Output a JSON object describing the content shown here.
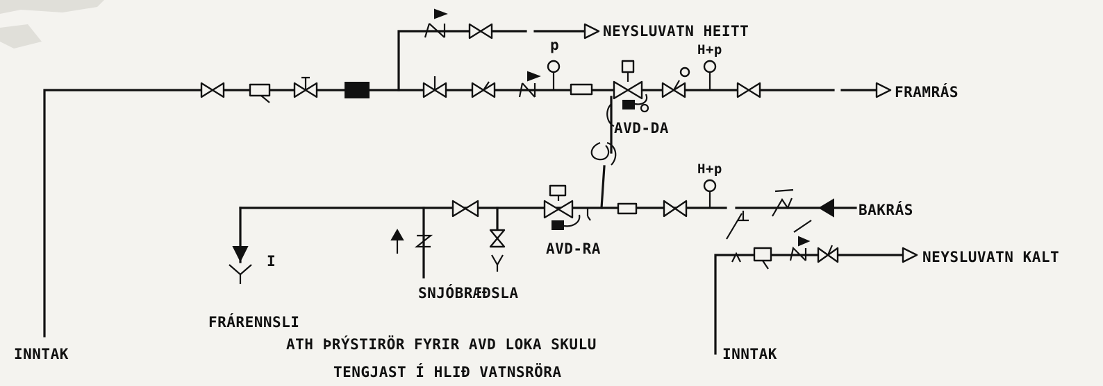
{
  "labels": {
    "hot_water": "NEYSLUVATN HEITT",
    "supply": "FRAMRÁS",
    "return": "BAKRÁS",
    "cold_water": "NEYSLUVATN KALT",
    "avd_da": "AVD-DA",
    "avd_ra": "AVD-RA",
    "snow_melt": "SNJÓBRÆÐSLA",
    "drain": "FRÁRENNSLI",
    "intake_left": "INNTAK",
    "intake_right": "INNTAK",
    "gauge_p": "p",
    "gauge_hp_1": "H+p",
    "gauge_hp_2": "H+p",
    "drain_mark": "I",
    "note_line1": "ATH ÞRÝSTIRÖR FYRIR AVD LOKA SKULU",
    "note_line2": "TENGJAST Í HLIÐ VATNSRÖRA"
  }
}
